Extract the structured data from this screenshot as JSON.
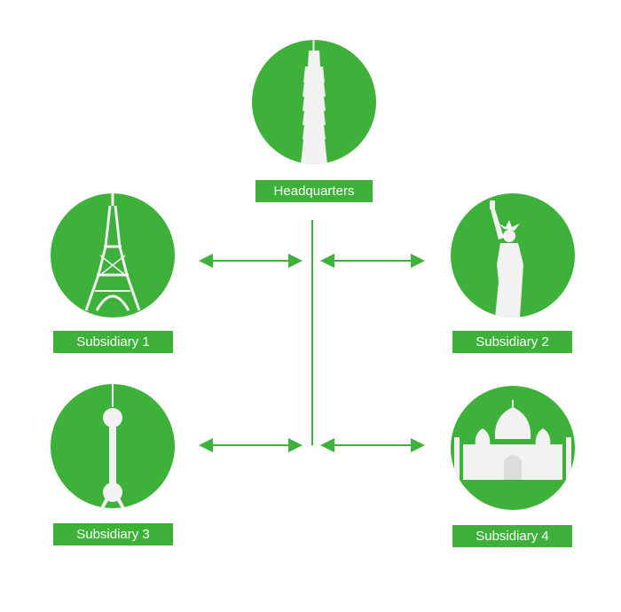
{
  "colors": {
    "accent": "#3db139",
    "icon": "#f2f2f2"
  },
  "nodes": {
    "headquarters": {
      "label": "Headquarters",
      "icon": "taipei-101-icon"
    },
    "subsidiary1": {
      "label": "Subsidiary 1",
      "icon": "eiffel-tower-icon"
    },
    "subsidiary2": {
      "label": "Subsidiary 2",
      "icon": "statue-of-liberty-icon"
    },
    "subsidiary3": {
      "label": "Subsidiary 3",
      "icon": "oriental-pearl-tower-icon"
    },
    "subsidiary4": {
      "label": "Subsidiary 4",
      "icon": "taj-mahal-icon"
    }
  }
}
